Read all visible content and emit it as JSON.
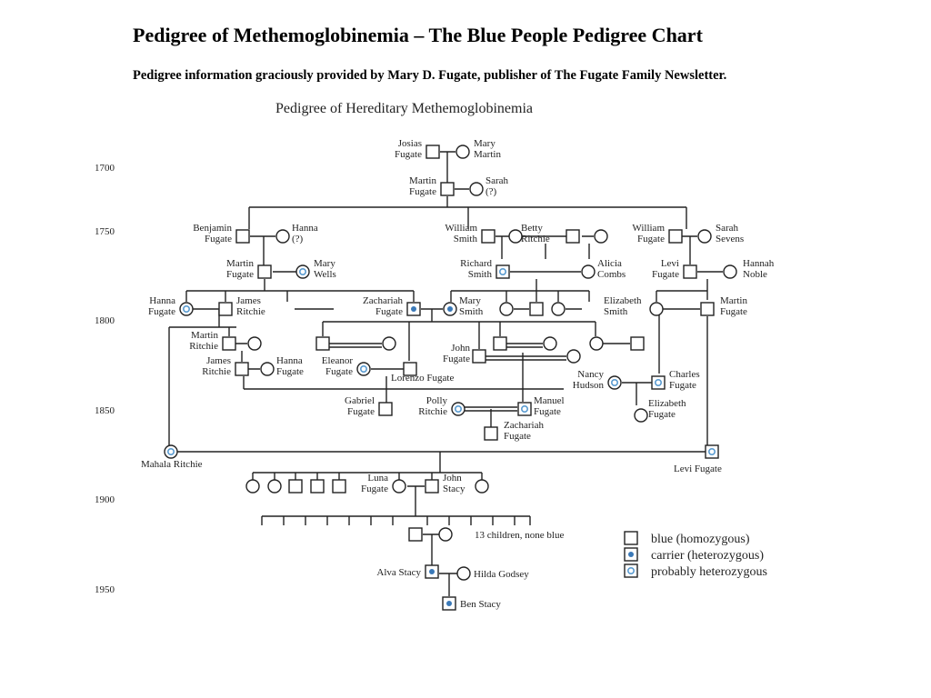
{
  "slide": {
    "title": "Pedigree of Methemoglobinemia – The  Blue People Pedigree Chart",
    "subtitle": "Pedigree information graciously provided by Mary D. Fugate, publisher of The Fugate Family Newsletter."
  },
  "pedigree": {
    "heading": "Pedigree of Hereditary Methemoglobinemia",
    "colors": {
      "blue": "#1f4e8c",
      "carrier_dot": "#3a79b8",
      "ring": "#5a9bd0",
      "line": "#222222"
    },
    "dates": [
      "1700",
      "1750",
      "1800",
      "1850",
      "1900",
      "1950"
    ],
    "people": [
      {
        "name": "Josias\nFugate",
        "sex": "male",
        "status": "unaffected"
      },
      {
        "name": "Mary\nMartin",
        "sex": "female",
        "status": "unaffected"
      },
      {
        "name": "Martin\nFugate",
        "sex": "male",
        "status": "unaffected"
      },
      {
        "name": "Sarah\n(?)",
        "sex": "female",
        "status": "unaffected"
      },
      {
        "name": "Benjamin\nFugate",
        "sex": "male",
        "status": "unaffected"
      },
      {
        "name": "Hanna\n(?)",
        "sex": "female",
        "status": "unaffected"
      },
      {
        "name": "William\nSmith",
        "sex": "male",
        "status": "unaffected"
      },
      {
        "name": "Betty\nRitchie",
        "sex": "female",
        "status": "unaffected"
      },
      {
        "name": "William\nFugate",
        "sex": "male",
        "status": "unaffected"
      },
      {
        "name": "Sarah\nSevens",
        "sex": "female",
        "status": "unaffected"
      },
      {
        "name": "Martin\nFugate",
        "sex": "male",
        "status": "blue"
      },
      {
        "name": "Mary\nWells",
        "sex": "female",
        "status": "probable"
      },
      {
        "name": "Richard\nSmith",
        "sex": "male",
        "status": "probable"
      },
      {
        "name": "Alicia\nCombs",
        "sex": "female",
        "status": "unaffected"
      },
      {
        "name": "Levi\nFugate",
        "sex": "male",
        "status": "unaffected"
      },
      {
        "name": "Hannah\nNoble",
        "sex": "female",
        "status": "unaffected"
      },
      {
        "name": "Hanna\nFugate",
        "sex": "female",
        "status": "probable"
      },
      {
        "name": "James\nRitchie",
        "sex": "male",
        "status": "unaffected"
      },
      {
        "name": "Zachariah\nFugate",
        "sex": "male",
        "status": "carrier"
      },
      {
        "name": "Mary\nSmith",
        "sex": "female",
        "status": "carrier"
      },
      {
        "name": "Elizabeth\nSmith",
        "sex": "female",
        "status": "unaffected"
      },
      {
        "name": "Martin\nFugate",
        "sex": "male",
        "status": "unaffected"
      },
      {
        "name": "Martin\nRitchie",
        "sex": "male",
        "status": "unaffected"
      },
      {
        "name": "James\nRitchie",
        "sex": "male",
        "status": "unaffected"
      },
      {
        "name": "Hanna\nFugate",
        "sex": "female",
        "status": "unaffected"
      },
      {
        "name": "Eleanor\nFugate",
        "sex": "female",
        "status": "probable"
      },
      {
        "name": "Lorenzo Fugate",
        "sex": "male",
        "status": "blue"
      },
      {
        "name": "John\nFugate",
        "sex": "male",
        "status": "blue"
      },
      {
        "name": "Nancy\nHudson",
        "sex": "female",
        "status": "probable"
      },
      {
        "name": "Charles\nFugate",
        "sex": "male",
        "status": "probable"
      },
      {
        "name": "Gabriel\nFugate",
        "sex": "male",
        "status": "blue"
      },
      {
        "name": "Polly\nRitchie",
        "sex": "female",
        "status": "probable"
      },
      {
        "name": "Manuel\nFugate",
        "sex": "male",
        "status": "probable"
      },
      {
        "name": "Elizabeth\nFugate",
        "sex": "female",
        "status": "blue"
      },
      {
        "name": "Zachariah\nFugate",
        "sex": "male",
        "status": "blue"
      },
      {
        "name": "Mahala Ritchie",
        "sex": "female",
        "status": "probable"
      },
      {
        "name": "Levi Fugate",
        "sex": "male",
        "status": "probable"
      },
      {
        "name": "Luna\nFugate",
        "sex": "female",
        "status": "blue"
      },
      {
        "name": "John\nStacy",
        "sex": "male",
        "status": "unaffected"
      },
      {
        "name": "13 children, none blue",
        "sex": "sibship",
        "status": "unaffected"
      },
      {
        "name": "Alva Stacy",
        "sex": "male",
        "status": "carrier"
      },
      {
        "name": "Hilda Godsey",
        "sex": "female",
        "status": "unaffected"
      },
      {
        "name": "Ben Stacy",
        "sex": "male",
        "status": "carrier"
      }
    ],
    "legend": [
      {
        "symbol": "blue",
        "label": "blue (homozygous)"
      },
      {
        "symbol": "carrier",
        "label": "carrier (heterozygous)"
      },
      {
        "symbol": "probable",
        "label": "probably heterozygous"
      }
    ]
  }
}
